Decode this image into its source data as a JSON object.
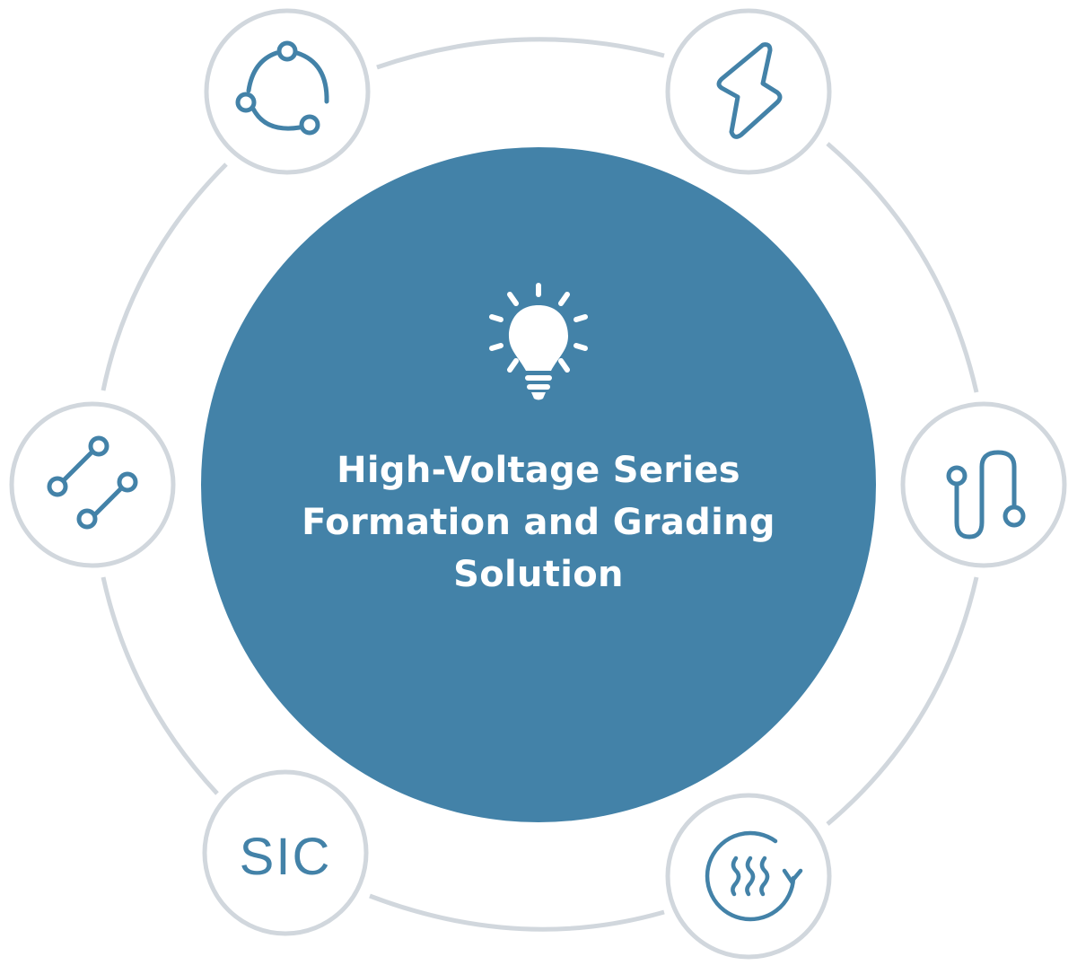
{
  "colors": {
    "ring": "#d1d7dd",
    "accent": "#4382a8",
    "background": "#ffffff",
    "center_text": "#ffffff"
  },
  "center": {
    "icon": "lightbulb-icon",
    "title_lines": [
      "High-Voltage Series",
      "Formation and Grading",
      "Solution"
    ]
  },
  "nodes": [
    {
      "id": "top-left",
      "icon": "cycle-nodes-icon"
    },
    {
      "id": "top-right",
      "icon": "lightning-bolt-icon"
    },
    {
      "id": "right",
      "icon": "serpentine-path-icon"
    },
    {
      "id": "bottom-right",
      "icon": "heat-cycle-icon"
    },
    {
      "id": "bottom-left",
      "icon": "sic-text-icon",
      "text": "SIC"
    },
    {
      "id": "left",
      "icon": "link-nodes-icon"
    }
  ]
}
